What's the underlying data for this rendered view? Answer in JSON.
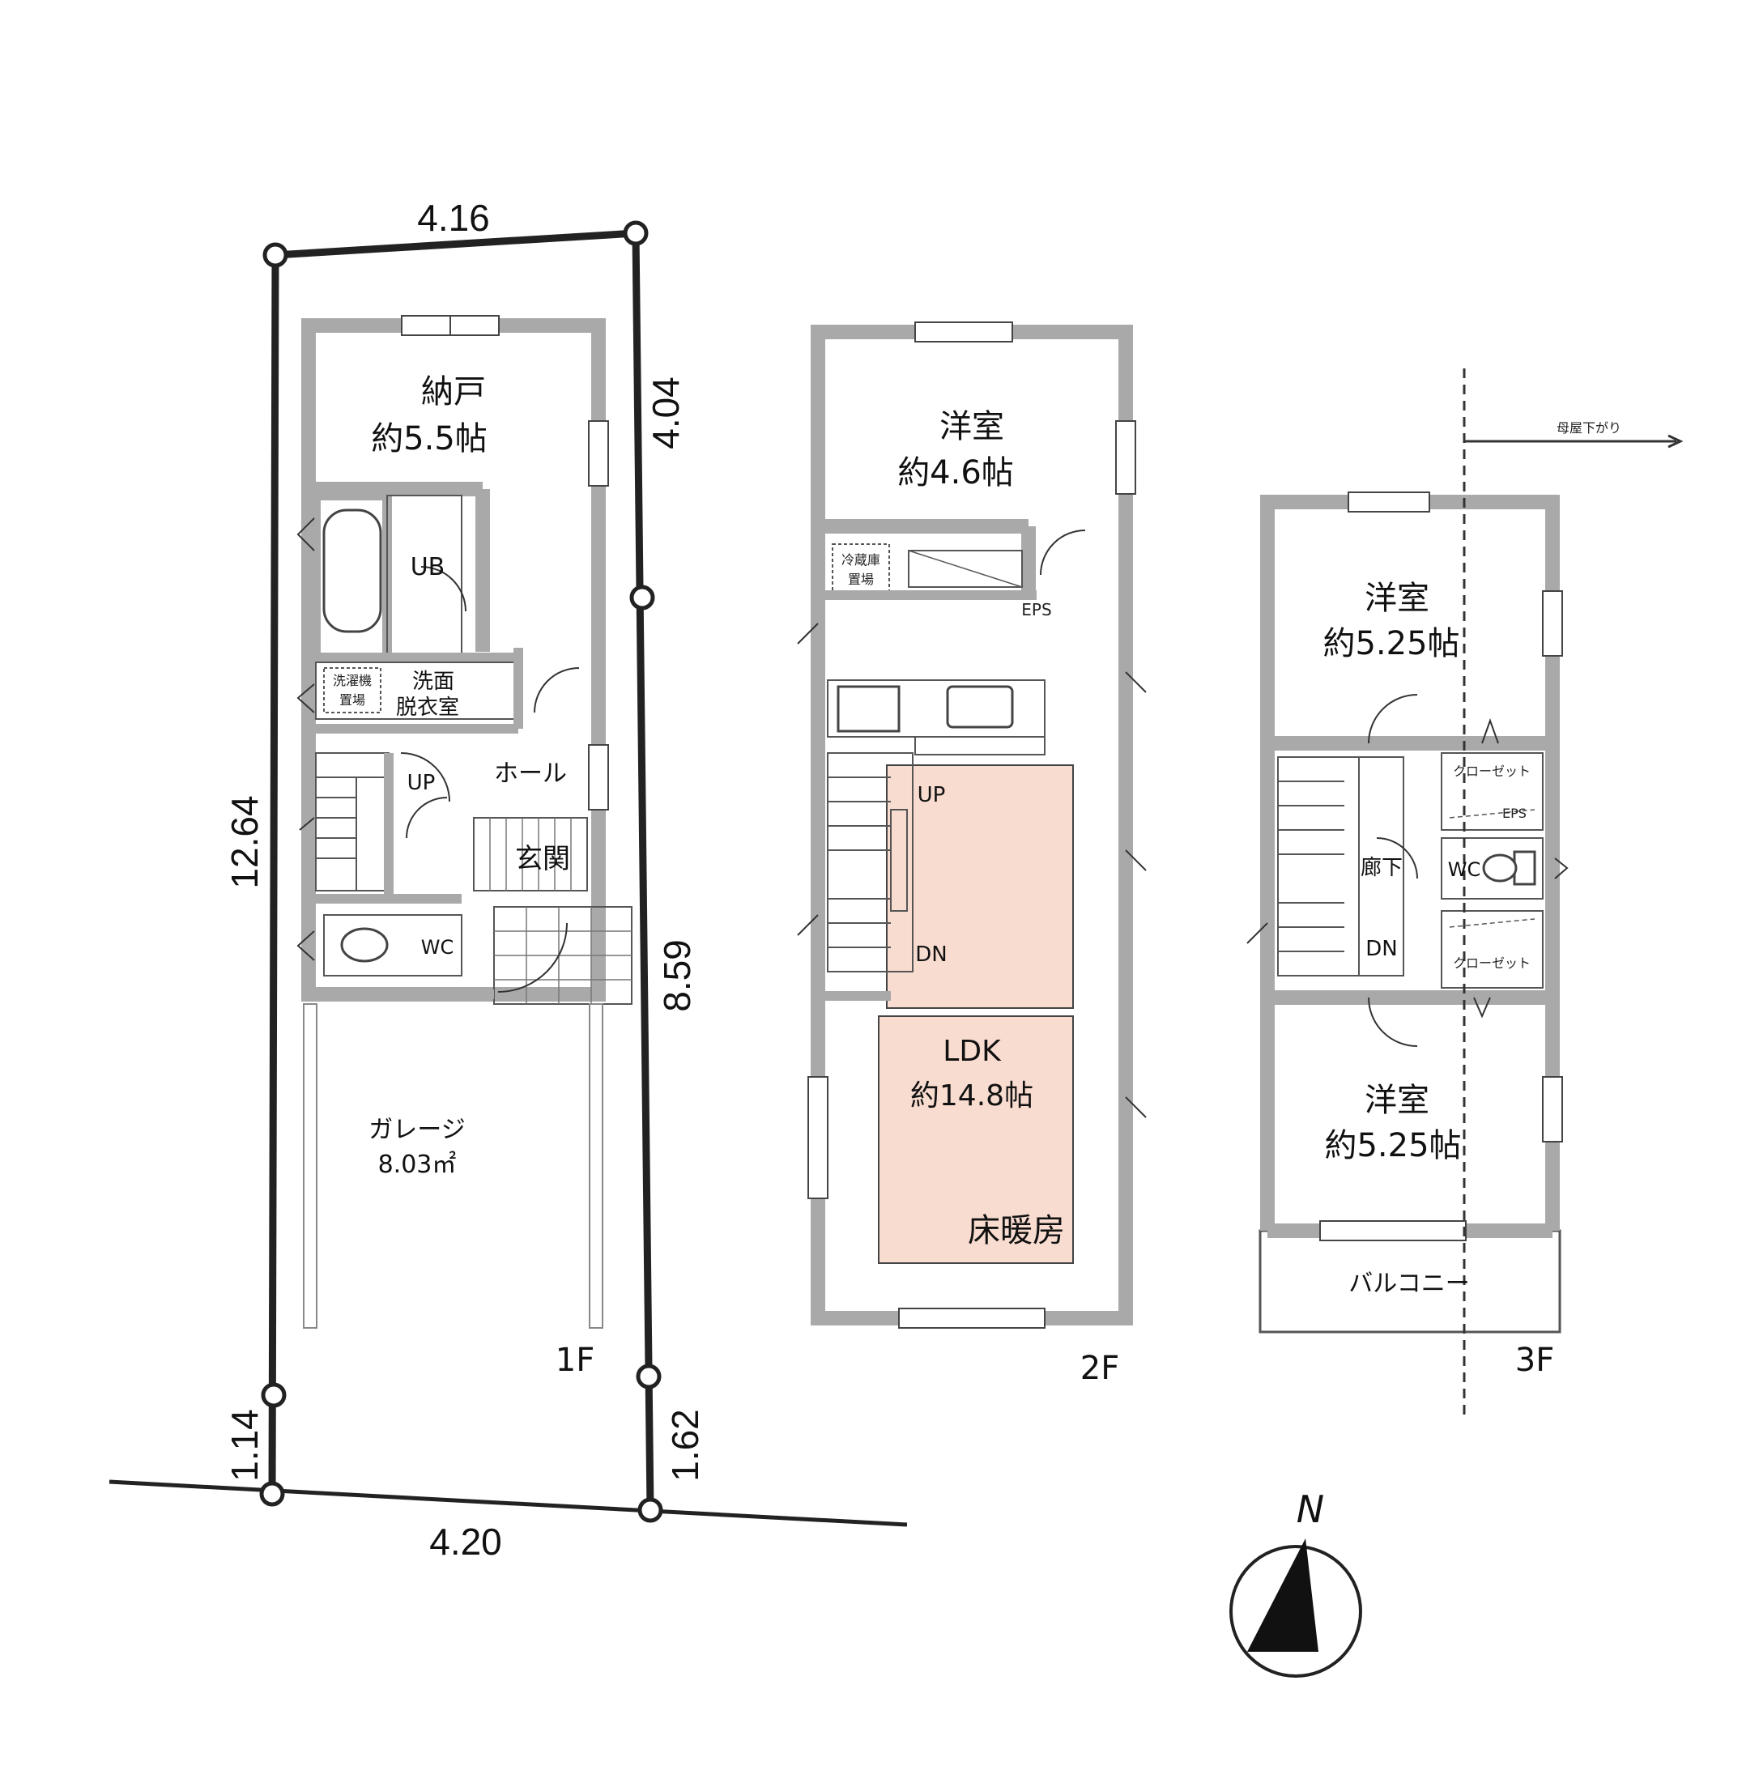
{
  "dimensions": {
    "top": "4.16",
    "right_upper": "4.04",
    "left": "12.64",
    "right_middle": "8.59",
    "left_lower": "1.14",
    "right_lower": "1.62",
    "bottom": "4.20"
  },
  "floor1": {
    "label": "1F",
    "storage_name": "納戸",
    "storage_size": "約5.5帖",
    "bath": "UB",
    "washroom_line1": "洗面",
    "washroom_line2": "脱衣室",
    "washer_line1": "洗濯機",
    "washer_line2": "置場",
    "up": "UP",
    "hall": "ホール",
    "entrance": "玄関",
    "wc": "WC",
    "garage_name": "ガレージ",
    "garage_area": "8.03㎡"
  },
  "floor2": {
    "label": "2F",
    "room_name": "洋室",
    "room_size": "約4.6帖",
    "washer_line1": "冷蔵庫",
    "washer_line2": "置場",
    "eps": "EPS",
    "up": "UP",
    "dn": "DN",
    "ldk_name": "LDK",
    "ldk_size": "約14.8帖",
    "floor_heating": "床暖房"
  },
  "floor3": {
    "label": "3F",
    "room1_name": "洋室",
    "room1_size": "約5.25帖",
    "room2_name": "洋室",
    "room2_size": "約5.25帖",
    "closet1": "クローゼット",
    "closet2": "クローゼット",
    "eps": "EPS",
    "wc": "WC",
    "corridor": "廊下",
    "dn": "DN",
    "balcony": "バルコニー",
    "note": "母屋下がり"
  },
  "compass": {
    "label": "N"
  },
  "colors": {
    "floor_heating": "#f8dccf",
    "wall": "#a9a9a9"
  }
}
